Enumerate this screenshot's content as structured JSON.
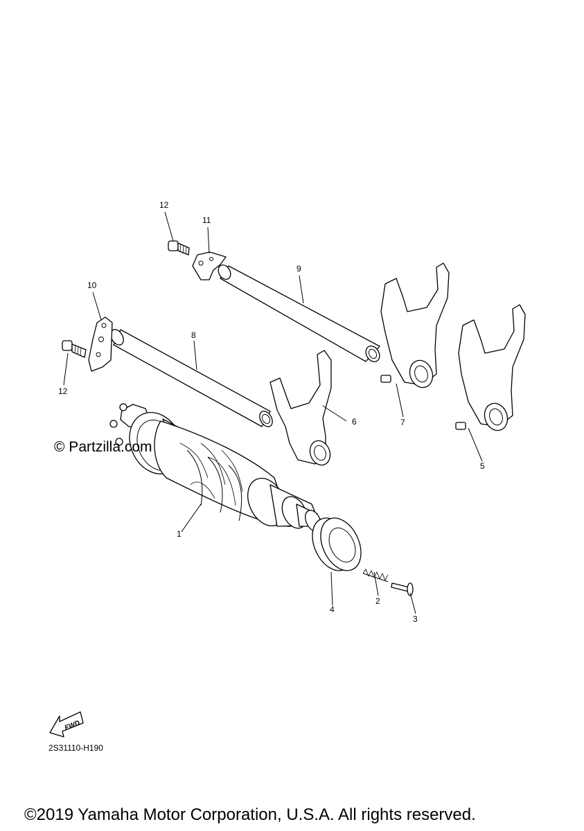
{
  "watermark": "© Partzilla.com",
  "diagram_code": "2S31110-H190",
  "fwd_label": "FWD",
  "copyright": "©2019 Yamaha Motor Corporation, U.S.A. All rights reserved.",
  "callouts": {
    "c1": "1",
    "c2": "2",
    "c3": "3",
    "c4": "4",
    "c5": "5",
    "c6": "6",
    "c7": "7",
    "c8": "8",
    "c9": "9",
    "c10": "10",
    "c11": "11",
    "c12a": "12",
    "c12b": "12"
  },
  "icons": {
    "forward": "fwd-arrow-icon"
  }
}
